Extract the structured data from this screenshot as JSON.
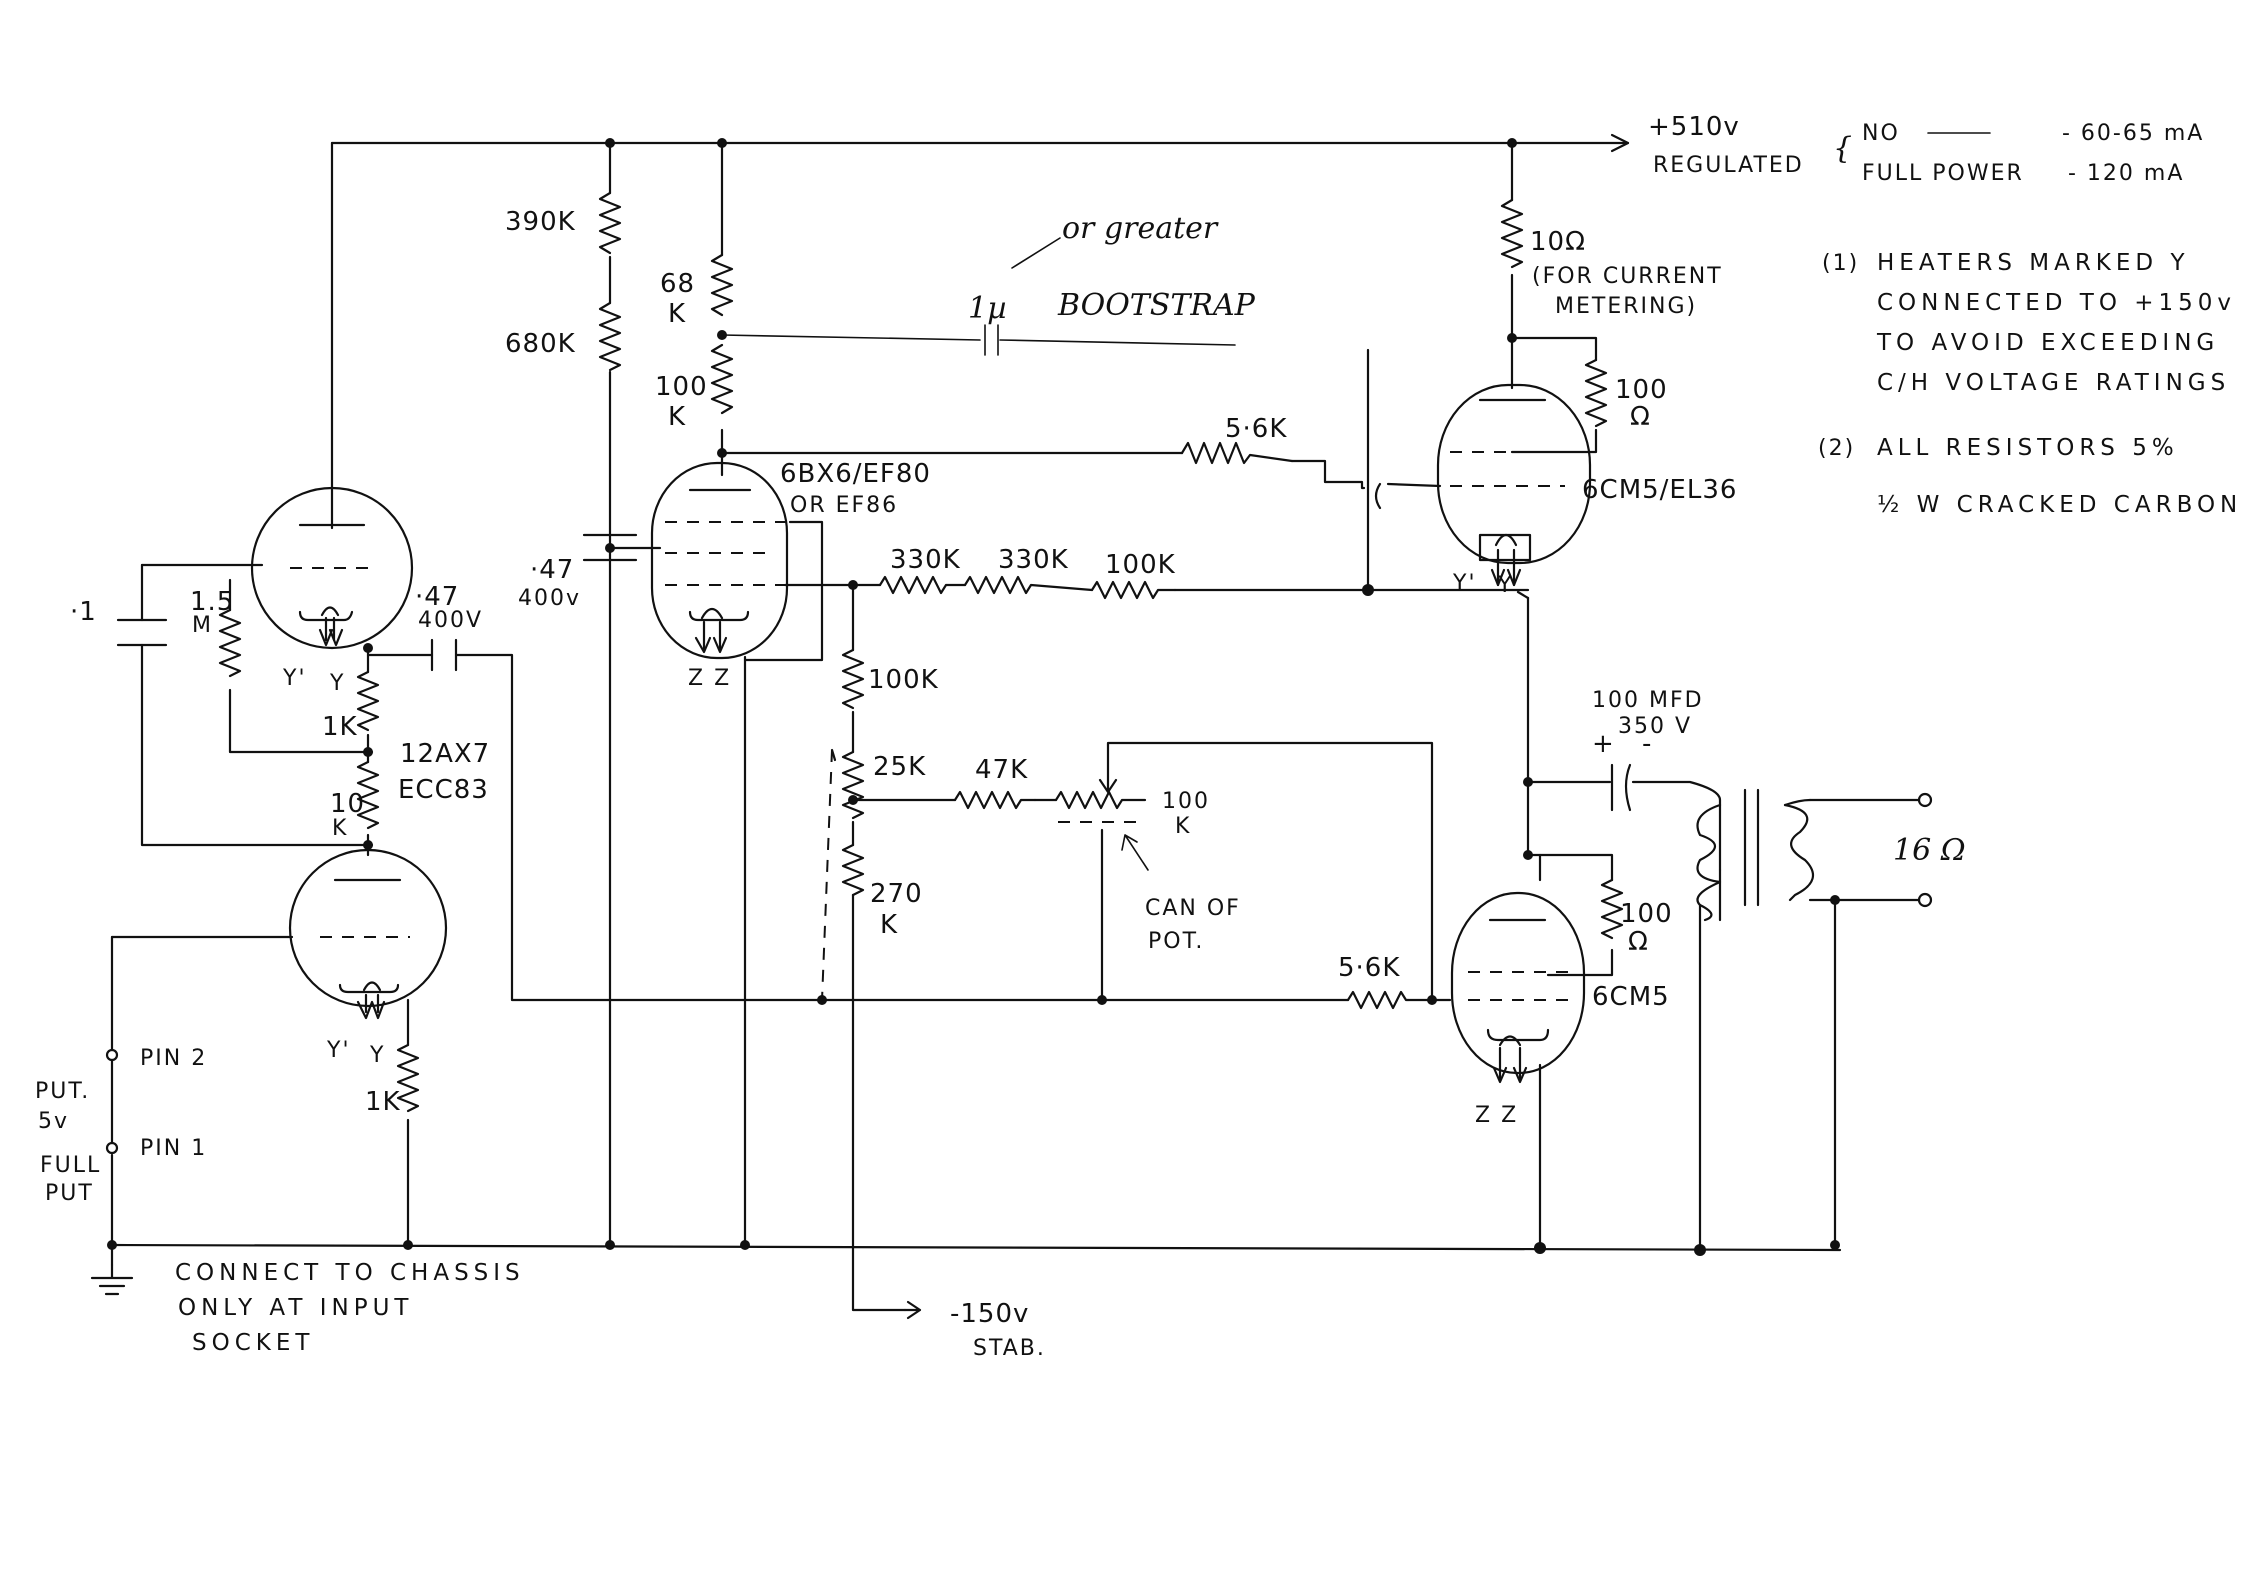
{
  "supply": {
    "rail": "+510v",
    "regulated": "REGULATED",
    "no_signal_label": "NO",
    "no_signal_current": "- 60-65 mA",
    "full_power_label": "FULL POWER",
    "full_power_current": "- 120 mA"
  },
  "notes": {
    "n1_num": "(1)",
    "n1_l1": "HEATERS   MARKED  Y",
    "n1_l2": "CONNECTED  TO  +150v",
    "n1_l3": "TO AVOID  EXCEEDING",
    "n1_l4": "C/H  VOLTAGE  RATINGS",
    "n2_num": "(2)",
    "n2_l1": "ALL   RESISTORS   5%",
    "n2_l2": "½ W  CRACKED  CARBON"
  },
  "tubes": {
    "v1": "12AX7",
    "v1b": "ECC83",
    "v2": "6BX6/EF80",
    "v2b": "OR EF86",
    "v3": "6CM5/EL36",
    "v4": "6CM5"
  },
  "resistors": {
    "r390k": "390K",
    "r680k": "680K",
    "r68k_a": "68",
    "r68k_b": "K",
    "r100k_a": "100",
    "r100k_b": "K",
    "r56k_top": "5·6K",
    "r330k_1": "330K",
    "r330k_2": "330K",
    "r100k_ch": "100K",
    "r100k_v": "100K",
    "r25k": "25K",
    "r47k": "47K",
    "pot100k_a": "100",
    "pot100k_b": "K",
    "r270k_a": "270",
    "r270k_b": "K",
    "r56k_bot": "5·6K",
    "r10ohm": "10Ω",
    "r10ohm_note1": "(FOR CURRENT",
    "r10ohm_note2": "METERING)",
    "r100ohm_top_a": "100",
    "r100ohm_top_b": "Ω",
    "r100ohm_bot_a": "100",
    "r100ohm_bot_b": "Ω",
    "r15m_a": "1.5",
    "r15m_b": "M",
    "r1k_a": "1K",
    "r10k_a": "10",
    "r10k_b": "K",
    "r1k_b": "1K"
  },
  "capacitors": {
    "c01": "·1",
    "c047_a": "·47",
    "c047_a_v": "400V",
    "c047_b": "·47",
    "c047_b_v": "400v",
    "c_boot": "1µ",
    "c100mfd": "100 MFD",
    "c100mfd_v": "350 V",
    "c_plus": "+",
    "c_minus": "-"
  },
  "labels": {
    "bootstrap": "BOOTSTRAP",
    "or_greater": "or greater",
    "can_of_pot_1": "CAN  OF",
    "can_of_pot_2": "POT.",
    "pin2": "PIN 2",
    "pin1": "PIN 1",
    "put": "PUT.",
    "v5": "5v",
    "full": "FULL",
    "put2": "PUT",
    "chassis1": "CONNECT  TO  CHASSIS",
    "chassis2": "ONLY  AT  INPUT",
    "chassis3": "SOCKET",
    "neg150": "-150v",
    "stab": "STAB.",
    "speaker": "16 Ω",
    "heater_y1": "Y'",
    "heater_y1b": "Y",
    "heater_y2": "Y'",
    "heater_y2b": "Y",
    "heater_y3": "Y'",
    "heater_y3b": "Y",
    "heater_z1": "Z Z",
    "heater_z2": "Z  Z"
  }
}
